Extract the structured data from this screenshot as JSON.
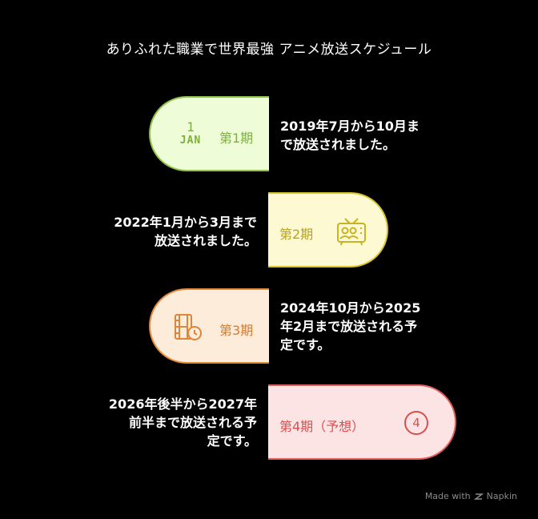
{
  "title": "ありふれた職業で世界最強 アニメ放送スケジュール",
  "steps": [
    {
      "label": "第1期",
      "icon": "calendar-icon",
      "calendar_day": "1",
      "calendar_month": "JAN",
      "description_lines": [
        "2019年7月から10月ま",
        "で放送されました。"
      ],
      "color": "#7cb13a"
    },
    {
      "label": "第2期",
      "icon": "tv-icon",
      "description_lines": [
        "2022年1月から3月まで",
        "放送されました。"
      ],
      "color": "#b8a21c"
    },
    {
      "label": "第3期",
      "icon": "film-clock-icon",
      "description_lines": [
        "2024年10月から2025",
        "年2月まで放送される予",
        "定です。"
      ],
      "color": "#d9792a"
    },
    {
      "label": "第4期（予想）",
      "icon": "number-4-icon",
      "number": "4",
      "description_lines": [
        "2026年後半から2027年",
        "前半まで放送される予",
        "定です。"
      ],
      "color": "#d94f4f"
    }
  ],
  "brand": {
    "made_with": "Made with",
    "name": "Napkin"
  }
}
